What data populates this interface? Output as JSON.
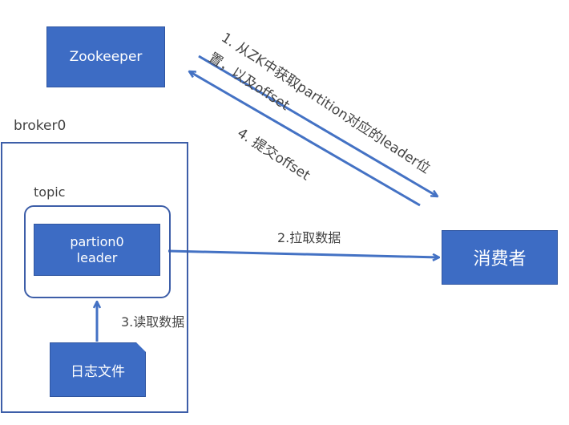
{
  "nodes": {
    "zookeeper": "Zookeeper",
    "broker": "broker0",
    "topic": "topic",
    "partition_line1": "partion0",
    "partition_line2": "leader",
    "log_file": "日志文件",
    "consumer": "消费者"
  },
  "edges": {
    "step1_line1": "1. 从ZK中获取partition对应的leader位",
    "step1_line2": "置，以及offset",
    "step2": "2.拉取数据",
    "step3": "3.读取数据",
    "step4": "4. 提交offset"
  },
  "colors": {
    "node_fill": "#3d6cc4",
    "frame": "#3d5ea8",
    "arrow": "#4472c4"
  }
}
